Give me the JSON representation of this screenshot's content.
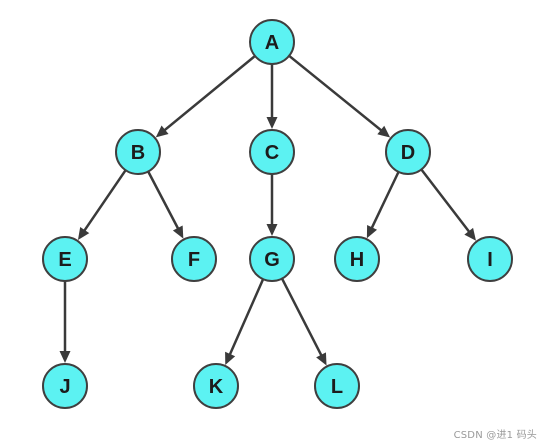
{
  "diagram": {
    "node_color": "#5cf2f2",
    "nodes": [
      {
        "id": "A",
        "label": "A"
      },
      {
        "id": "B",
        "label": "B"
      },
      {
        "id": "C",
        "label": "C"
      },
      {
        "id": "D",
        "label": "D"
      },
      {
        "id": "E",
        "label": "E"
      },
      {
        "id": "F",
        "label": "F"
      },
      {
        "id": "G",
        "label": "G"
      },
      {
        "id": "H",
        "label": "H"
      },
      {
        "id": "I",
        "label": "I"
      },
      {
        "id": "J",
        "label": "J"
      },
      {
        "id": "K",
        "label": "K"
      },
      {
        "id": "L",
        "label": "L"
      }
    ],
    "edges": [
      {
        "from": "A",
        "to": "B"
      },
      {
        "from": "A",
        "to": "C"
      },
      {
        "from": "A",
        "to": "D"
      },
      {
        "from": "B",
        "to": "E"
      },
      {
        "from": "B",
        "to": "F"
      },
      {
        "from": "C",
        "to": "G"
      },
      {
        "from": "D",
        "to": "H"
      },
      {
        "from": "D",
        "to": "I"
      },
      {
        "from": "E",
        "to": "J"
      },
      {
        "from": "G",
        "to": "K"
      },
      {
        "from": "G",
        "to": "L"
      }
    ]
  },
  "watermark": "CSDN @进1 码头"
}
